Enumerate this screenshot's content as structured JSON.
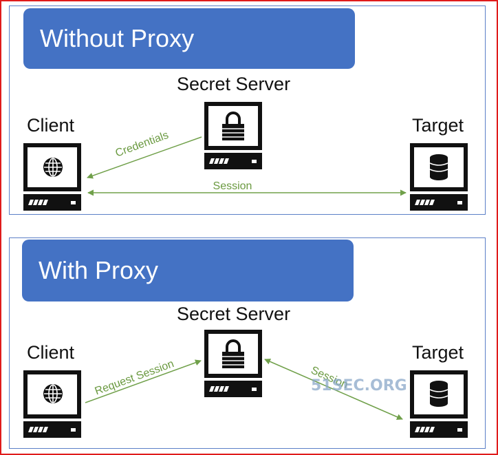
{
  "sections": {
    "without_proxy": {
      "title": "Without Proxy",
      "server_label": "Secret Server",
      "client_label": "Client",
      "target_label": "Target",
      "arrow_credentials": "Credentials",
      "arrow_session": "Session"
    },
    "with_proxy": {
      "title": "With Proxy",
      "server_label": "Secret Server",
      "client_label": "Client",
      "target_label": "Target",
      "arrow_request": "Request Session",
      "arrow_session": "Session"
    }
  },
  "watermark": "51SEC.ORG",
  "icons": {
    "client": "globe-icon",
    "server": "lock-icon",
    "target": "database-icon"
  },
  "colors": {
    "banner": "#4472c4",
    "border": "#e01b1b",
    "panel_border": "#5b7fc7",
    "arrow": "#70a04a"
  }
}
